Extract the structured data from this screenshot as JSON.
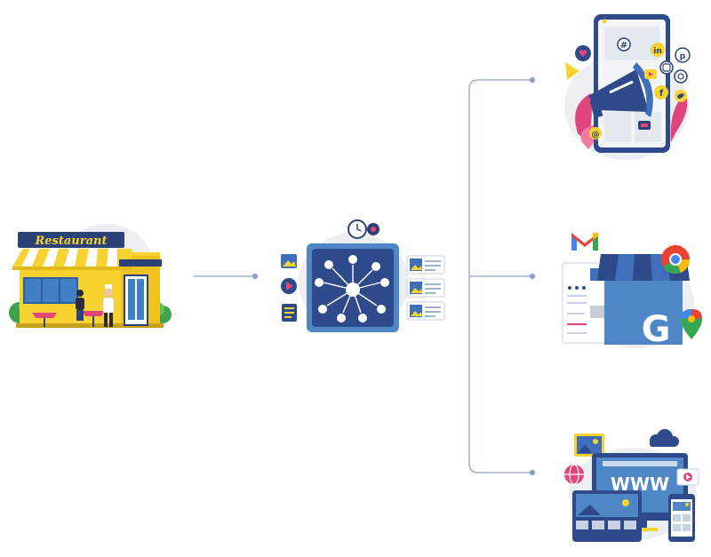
{
  "restaurant": {
    "sign_text": "Restaurant"
  },
  "website": {
    "url_text": "WWW"
  },
  "business_profile": {
    "google_letter": "G",
    "gmail_letter": "M"
  },
  "social": {
    "icons": [
      "hashtag-icon",
      "linkedin-icon",
      "instagram-icon",
      "youtube-icon",
      "facebook-icon",
      "twitter-icon",
      "pinterest-icon",
      "heart-icon",
      "at-icon"
    ]
  },
  "colors": {
    "navy": "#2F4A8A",
    "blue": "#3F6FB8",
    "light_blue": "#4F86C6",
    "yellow": "#F6D330",
    "pink": "#E0457B",
    "grey": "#E9ECF1",
    "connector": "#7F96B8"
  }
}
